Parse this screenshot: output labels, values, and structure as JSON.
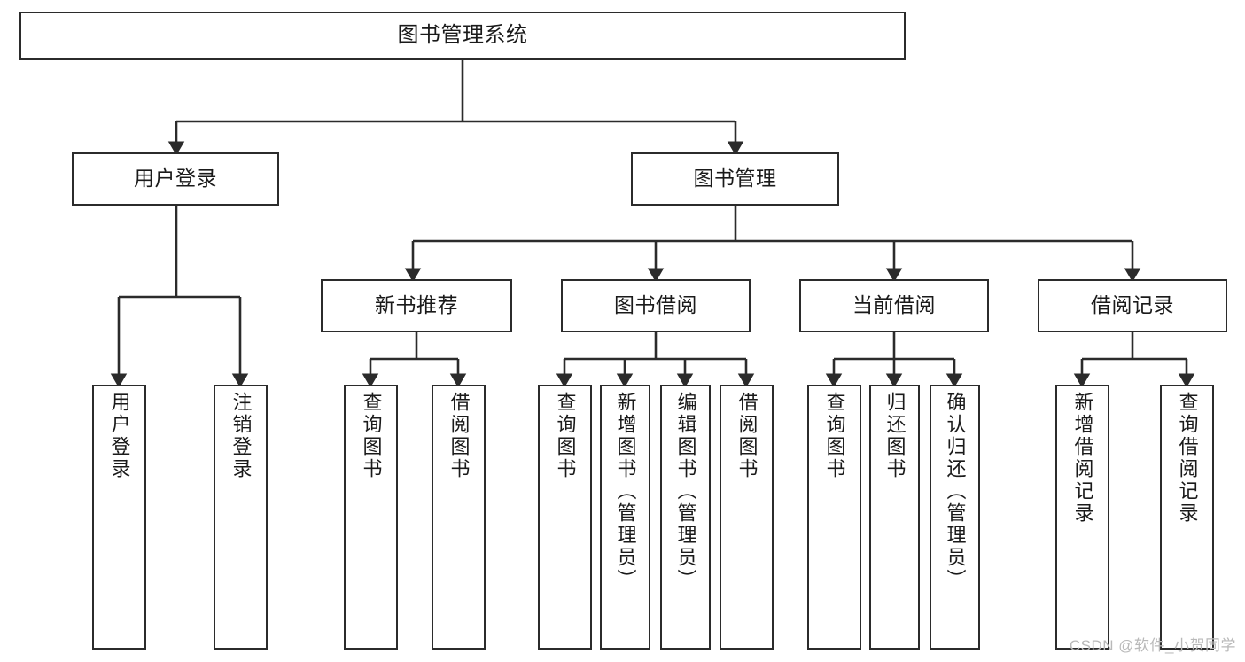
{
  "diagram": {
    "title": "图书管理系统",
    "type": "tree-hierarchy-chart",
    "stroke_color": "#2b2b2b",
    "fill_color": "#ffffff",
    "text_color": "#1a1a1a"
  },
  "root": {
    "label": "图书管理系统"
  },
  "level2": [
    {
      "label": "用户登录"
    },
    {
      "label": "图书管理"
    }
  ],
  "level3": [
    {
      "label": "新书推荐"
    },
    {
      "label": "图书借阅"
    },
    {
      "label": "当前借阅"
    },
    {
      "label": "借阅记录"
    }
  ],
  "leaves": {
    "user_login": [
      {
        "label": "用户登录"
      },
      {
        "label": "注销登录"
      }
    ],
    "new_book_recommend": [
      {
        "label": "查询图书"
      },
      {
        "label": "借阅图书"
      }
    ],
    "book_borrow": [
      {
        "label": "查询图书"
      },
      {
        "label": "新增图书（管理员）"
      },
      {
        "label": "编辑图书（管理员）"
      },
      {
        "label": "借阅图书"
      }
    ],
    "current_borrow": [
      {
        "label": "查询图书"
      },
      {
        "label": "归还图书"
      },
      {
        "label": "确认归还（管理员）"
      }
    ],
    "borrow_record": [
      {
        "label": "新增借阅记录"
      },
      {
        "label": "查询借阅记录"
      }
    ]
  },
  "watermark": {
    "text": "CSDN @软件_小贺同学"
  }
}
